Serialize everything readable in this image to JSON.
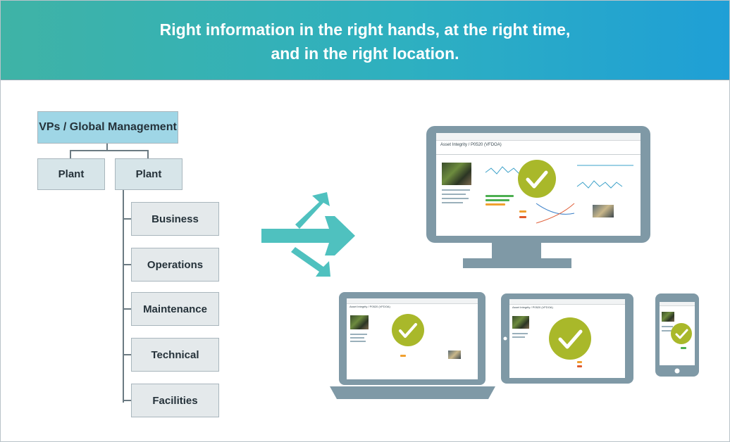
{
  "banner": {
    "line1": "Right information in the right hands, at the right time,",
    "line2": "and in the right location."
  },
  "org_chart": {
    "top": "VPs / Global Management",
    "plants": [
      "Plant",
      "Plant"
    ],
    "departments": [
      "Business",
      "Operations",
      "Maintenance",
      "Technical",
      "Facilities"
    ]
  },
  "device_screen": {
    "title": "Asset Integrity / P0520 (VFDOA)"
  },
  "colors": {
    "banner_start": "#3fb3a6",
    "banner_end": "#1f9fd6",
    "arrow": "#4fc1bf",
    "device_frame": "#7f99a6",
    "check": "#a9b82a",
    "top_box": "#9fd6e6",
    "plant_box": "#d7e5e9",
    "dept_box": "#e4e9eb"
  }
}
